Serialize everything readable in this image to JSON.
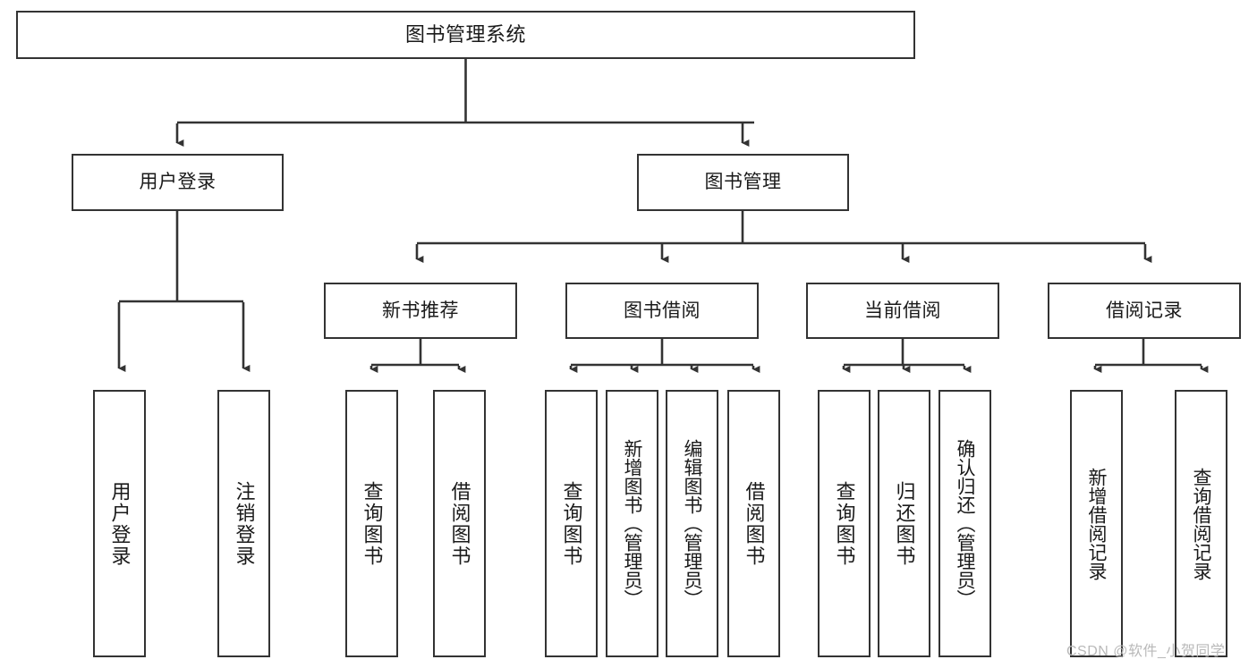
{
  "diagram": {
    "title": "图书管理系统",
    "type": "tree-hierarchy-diagram",
    "root": {
      "label": "图书管理系统"
    },
    "level1": [
      {
        "label": "用户登录"
      },
      {
        "label": "图书管理"
      }
    ],
    "level2": [
      {
        "label": "新书推荐"
      },
      {
        "label": "图书借阅"
      },
      {
        "label": "当前借阅"
      },
      {
        "label": "借阅记录"
      }
    ],
    "leaves": {
      "user_login": [
        {
          "label": "用户登录"
        },
        {
          "label": "注销登录"
        }
      ],
      "new_book_recommend": [
        {
          "label": "查询图书"
        },
        {
          "label": "借阅图书"
        }
      ],
      "book_borrow": [
        {
          "label": "查询图书"
        },
        {
          "label": "新增图书（管理员）"
        },
        {
          "label": "编辑图书（管理员）"
        },
        {
          "label": "借阅图书"
        }
      ],
      "current_borrow": [
        {
          "label": "查询图书"
        },
        {
          "label": "归还图书"
        },
        {
          "label": "确认归还（管理员）"
        }
      ],
      "borrow_record": [
        {
          "label": "新增借阅记录"
        },
        {
          "label": "查询借阅记录"
        }
      ]
    }
  },
  "watermark": {
    "text": "CSDN @软件_小贺同学"
  },
  "colors": {
    "box_border": "#333333",
    "box_fill": "#ffffff",
    "connector": "#333333",
    "text": "#1a1a1a",
    "watermark": "#b9b9b9"
  }
}
